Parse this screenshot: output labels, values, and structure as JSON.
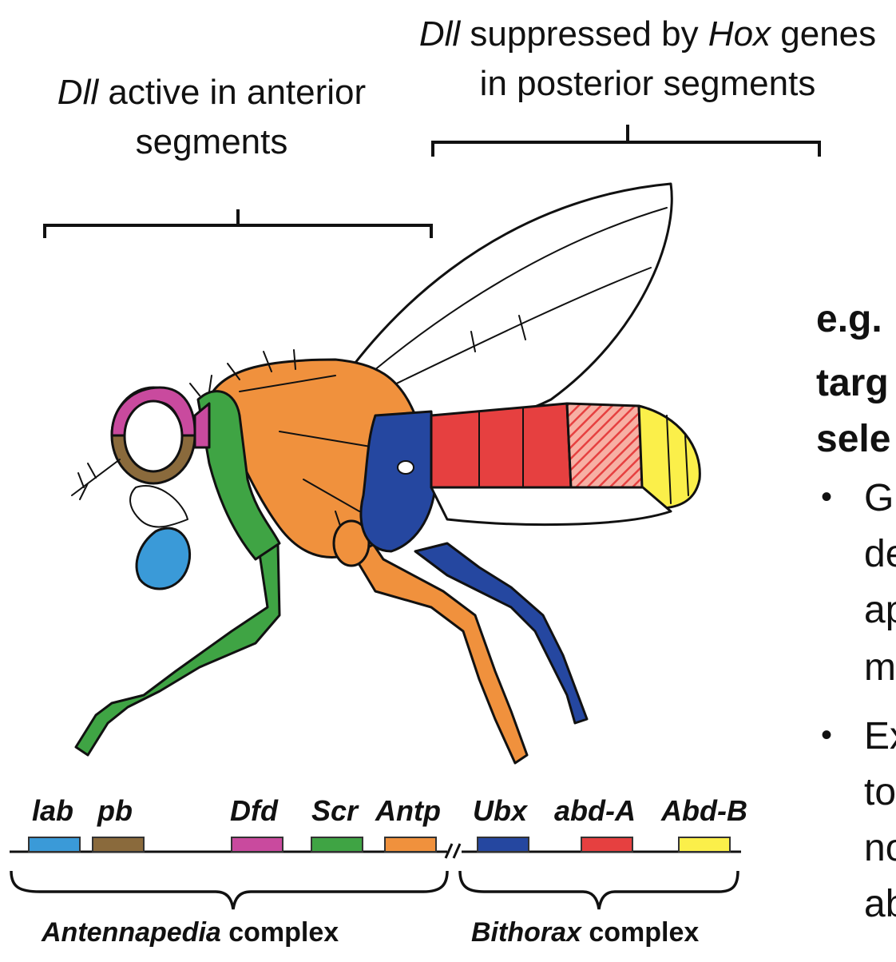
{
  "top_labels": {
    "left": {
      "italic": "Dll",
      "rest_line1": " active in anterior",
      "line2": "segments"
    },
    "right": {
      "italic1": "Dll",
      "mid": " suppressed by ",
      "italic2": "Hox",
      "end": " genes",
      "line2": "in posterior segments"
    }
  },
  "side_text": {
    "heading_lines": [
      "e.g.",
      "targ",
      "sele"
    ],
    "bullet_char": "•",
    "bullet1_lines": [
      "G",
      "de",
      "ap",
      "m"
    ],
    "bullet2_lines": [
      "Ex",
      "to",
      "no",
      "ab"
    ]
  },
  "genes": [
    {
      "name": "lab",
      "color": "#3a9ad8"
    },
    {
      "name": "pb",
      "color": "#8a6a3c"
    },
    {
      "name": "Dfd",
      "color": "#c94a9e"
    },
    {
      "name": "Scr",
      "color": "#3fa444"
    },
    {
      "name": "Antp",
      "color": "#f0913d"
    },
    {
      "name": "Ubx",
      "color": "#2547a0"
    },
    {
      "name": "abd-A",
      "color": "#e64040"
    },
    {
      "name": "Abd-B",
      "color": "#fbef4a"
    }
  ],
  "complexes": {
    "antennapedia": {
      "italic": "Antennapedia",
      "rest": " complex"
    },
    "bithorax": {
      "italic": "Bithorax",
      "rest": " complex"
    }
  },
  "colors": {
    "lab": "#3a9ad8",
    "pb": "#8a6a3c",
    "Dfd": "#c94a9e",
    "Scr": "#3fa444",
    "Antp": "#f0913d",
    "Ubx": "#2547a0",
    "abdA": "#e64040",
    "AbdB": "#fbef4a",
    "outline": "#111111"
  }
}
